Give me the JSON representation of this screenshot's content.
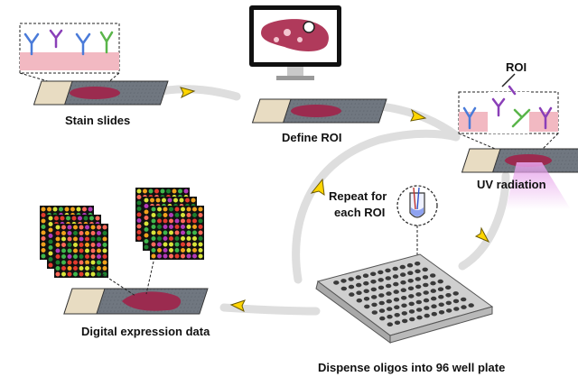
{
  "labels": {
    "stain_slides": "Stain slides",
    "define_roi": "Define ROI",
    "roi": "ROI",
    "uv_radiation": "UV radiation",
    "repeat_line1": "Repeat for",
    "repeat_line2": "each ROI",
    "digital_expression": "Digital expression data",
    "dispense": "Dispense oligos into 96 well plate"
  },
  "colors": {
    "slide": "#6f7680",
    "slide_label": "#e8dcc2",
    "tissue": "#9b2b4f",
    "path": "#dcdcdc",
    "arrow": "#ffd500",
    "uv": "#e6a0ea",
    "plate": "#c9c9c9",
    "monitor_screen": "#b03a5b"
  },
  "icons": {
    "monitor": "computer-monitor-icon",
    "antibody": "antibody-icon",
    "tube": "microcentrifuge-tube-icon",
    "plate": "96-well-plate-icon",
    "heatmap": "expression-heatmap-icon"
  },
  "plate": {
    "rows": 8,
    "cols": 12
  },
  "heatmap_palette": [
    "#d8e43a",
    "#3fb64c",
    "#e23b2e",
    "#f0a11c",
    "#b23ab8",
    "#1c7f2e",
    "#ff6a5a",
    "#2a2a2a"
  ]
}
